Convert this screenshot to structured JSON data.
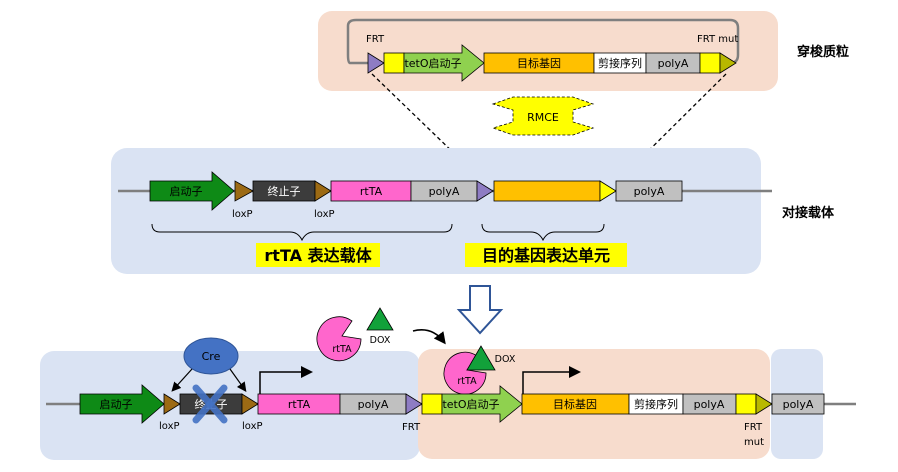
{
  "colors": {
    "shuttle_bg": "#f7dccd",
    "vector_bg": "#dae3f3",
    "backbone": "#7f7f7f",
    "green_arrow": "#0e8a16",
    "light_green": "#8fd14f",
    "brown": "#9c6a14",
    "dark_gray": "#3c3c3c",
    "pink": "#ff66cc",
    "light_gray": "#c0c0c0",
    "orange": "#ffc000",
    "yellow": "#ffff00",
    "purple": "#8e7cc3",
    "olive": "#b8b800",
    "cre_blue": "#4472c4",
    "dox_green": "#12a13a",
    "highlight": "#ffff00"
  },
  "shuttle": {
    "title": "穿梭质粒",
    "frt": "FRT",
    "frt_mut": "FRT mut",
    "promoter": "tetO启动子",
    "gene": "目标基因",
    "splice": "剪接序列",
    "polya": "polyA"
  },
  "rmce": "RMCE",
  "docking": {
    "title": "对接载体",
    "promoter": "启动子",
    "terminator": "终止子",
    "rtta": "rtTA",
    "polya1": "polyA",
    "polya2": "polyA",
    "loxp1": "loxP",
    "loxp2": "loxP",
    "label_rtta": "rtTA 表达载体",
    "label_goi": "目的基因表达单元"
  },
  "bottom": {
    "cre": "Cre",
    "rtta_free": "rtTA",
    "dox_free": "DOX",
    "rtta_bound": "rtTA",
    "dox_bound": "DOX",
    "promoter": "启动子",
    "terminator": "终止子",
    "rtta": "rtTA",
    "polya1": "polyA",
    "tet_promoter": "tetO启动子",
    "gene": "目标基因",
    "splice": "剪接序列",
    "polya2": "polyA",
    "polya3": "polyA",
    "loxp1": "loxP",
    "loxp2": "loxP",
    "frt": "FRT",
    "frt_mut_1": "FRT",
    "frt_mut_2": "mut"
  }
}
